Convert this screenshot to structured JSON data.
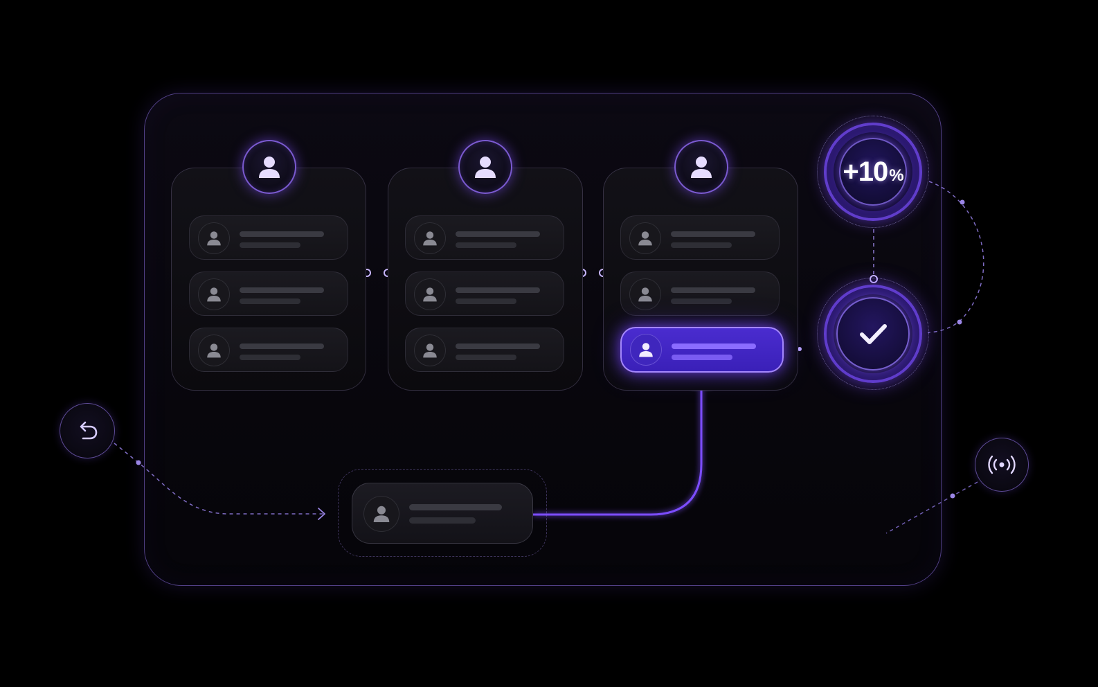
{
  "colors": {
    "background": "#000000",
    "accent": "#6c3cff",
    "accent_glow": "#8b6cff",
    "panel_border": "#8c6ee6",
    "card_bg": "#121117",
    "row_bg": "#1b1a20",
    "placeholder_line": "#3a3a42"
  },
  "badge": {
    "value": "+10",
    "unit": "%"
  },
  "icons": {
    "team_avatar": "user-icon",
    "member_avatar": "user-icon",
    "confirm": "checkmark-icon",
    "undo": "undo-arrow-icon",
    "signal": "broadcast-signal-icon"
  },
  "teams": [
    {
      "members": 3,
      "selected_member": null
    },
    {
      "members": 3,
      "selected_member": null
    },
    {
      "members": 3,
      "selected_member": 3
    }
  ],
  "pending_member": {
    "placeholder": true
  }
}
